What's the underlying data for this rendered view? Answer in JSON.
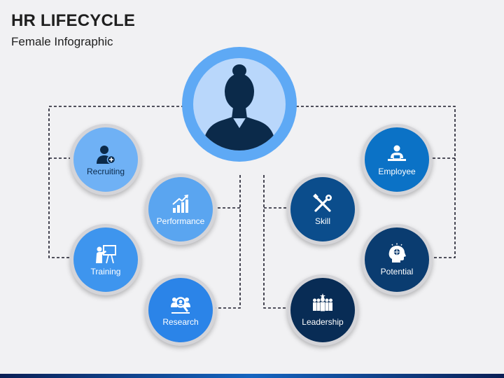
{
  "title": "HR LIFECYCLE",
  "subtitle": "Female Infographic",
  "colors": {
    "background": "#f1f1f3",
    "center_ring": "#5ea9f5",
    "center_fill": "#b9d7fb",
    "silhouette": "#0b2a4a",
    "recruiting": "#6fb1f5",
    "performance": "#5aa5f0",
    "training": "#3e95ee",
    "research": "#2b84e8",
    "employee": "#0b72c6",
    "skill": "#0b4d8c",
    "potential": "#0a3c70",
    "leadership": "#082c55"
  },
  "nodes": {
    "recruiting": {
      "label": "Recruiting",
      "icon": "recruiter-icon"
    },
    "performance": {
      "label": "Performance",
      "icon": "growth-chart-icon"
    },
    "training": {
      "label": "Training",
      "icon": "presentation-icon"
    },
    "research": {
      "label": "Research",
      "icon": "people-search-icon"
    },
    "employee": {
      "label": "Employee",
      "icon": "employee-desk-icon"
    },
    "skill": {
      "label": "Skill",
      "icon": "tools-icon"
    },
    "potential": {
      "label": "Potential",
      "icon": "head-idea-icon"
    },
    "leadership": {
      "label": "Leadership",
      "icon": "team-leader-icon"
    }
  }
}
